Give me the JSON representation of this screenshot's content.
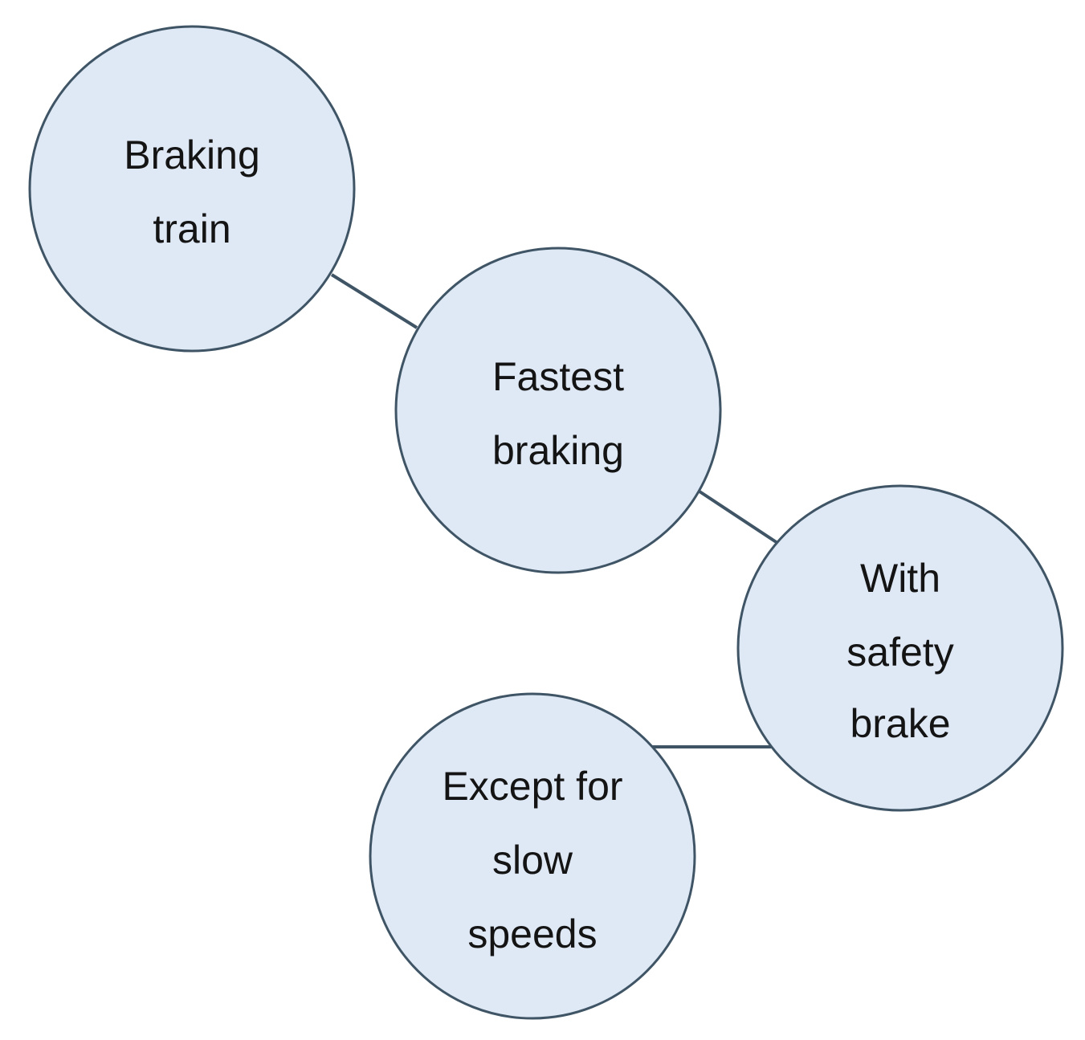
{
  "nodes": [
    {
      "id": "braking-train",
      "lines": [
        "Braking",
        "train"
      ]
    },
    {
      "id": "fastest-braking",
      "lines": [
        "Fastest",
        "braking"
      ]
    },
    {
      "id": "with-safety-brake",
      "lines": [
        "With",
        "safety",
        "brake"
      ]
    },
    {
      "id": "except-for-slow-speeds",
      "lines": [
        "Except for",
        "slow",
        "speeds"
      ]
    }
  ],
  "edges": [
    {
      "from": "braking-train",
      "to": "fastest-braking"
    },
    {
      "from": "fastest-braking",
      "to": "with-safety-brake"
    },
    {
      "from": "with-safety-brake",
      "to": "except-for-slow-speeds"
    }
  ],
  "colors": {
    "node_fill": "#dfe9f5",
    "node_stroke": "#3f5566",
    "text": "#141414"
  }
}
